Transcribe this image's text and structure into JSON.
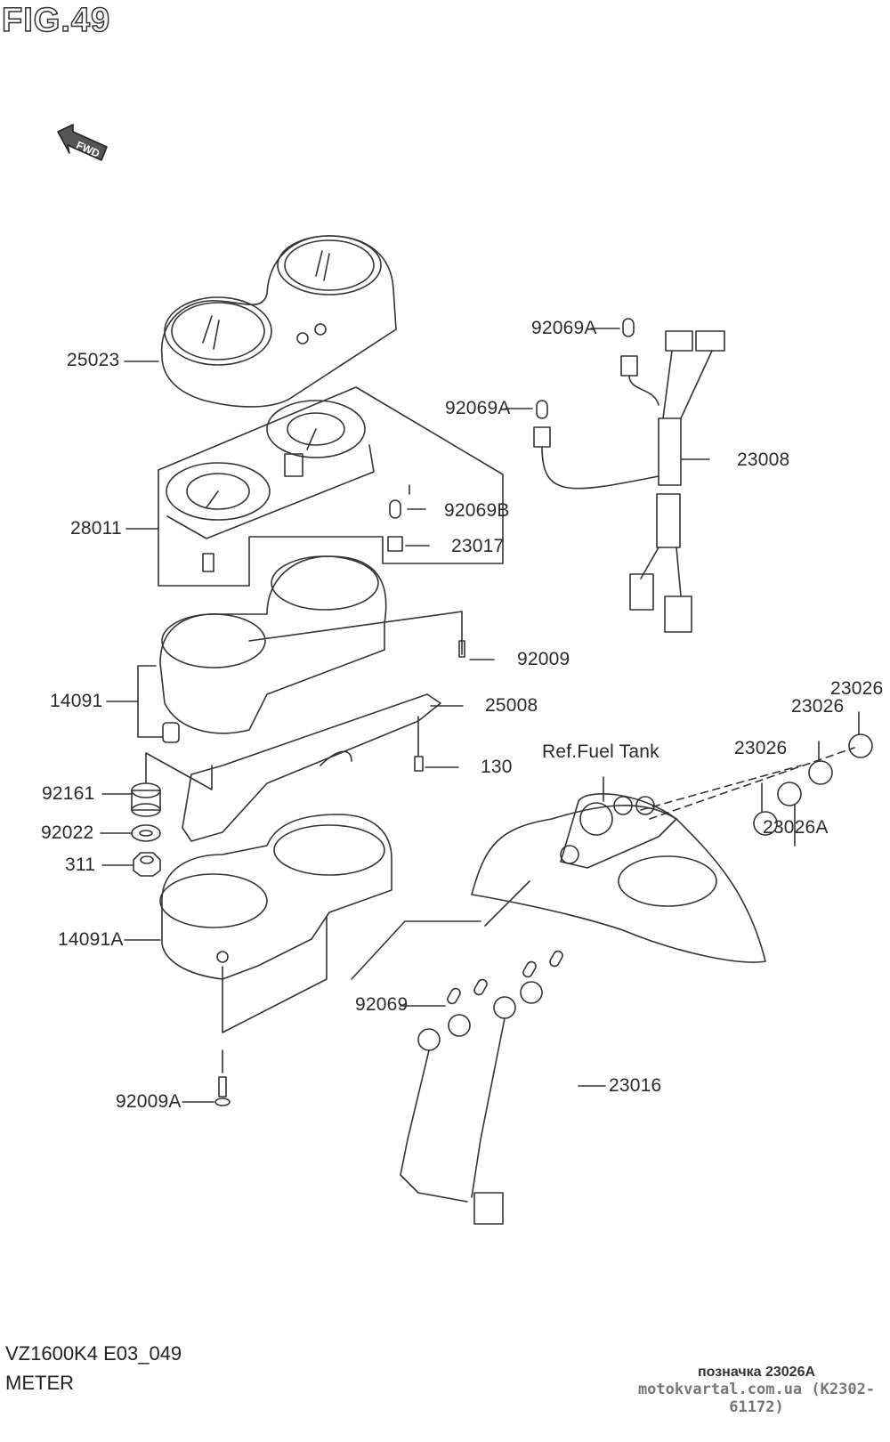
{
  "figure": {
    "title": "FIG.49",
    "model_code": "VZ1600K4 E03_049",
    "section_name": "METER",
    "direction_label": "FWD"
  },
  "reference": {
    "fuel_tank": "Ref.Fuel Tank"
  },
  "parts": [
    {
      "id": "25023",
      "label": "25023"
    },
    {
      "id": "28011",
      "label": "28011"
    },
    {
      "id": "92069A_1",
      "label": "92069A"
    },
    {
      "id": "92069A_2",
      "label": "92069A"
    },
    {
      "id": "23008",
      "label": "23008"
    },
    {
      "id": "92069B",
      "label": "92069B"
    },
    {
      "id": "23017",
      "label": "23017"
    },
    {
      "id": "92009",
      "label": "92009"
    },
    {
      "id": "14091",
      "label": "14091"
    },
    {
      "id": "25008",
      "label": "25008"
    },
    {
      "id": "130",
      "label": "130"
    },
    {
      "id": "92161",
      "label": "92161"
    },
    {
      "id": "92022",
      "label": "92022"
    },
    {
      "id": "311",
      "label": "311"
    },
    {
      "id": "14091A",
      "label": "14091A"
    },
    {
      "id": "92069",
      "label": "92069"
    },
    {
      "id": "23016",
      "label": "23016"
    },
    {
      "id": "92009A",
      "label": "92009A"
    },
    {
      "id": "23026_1",
      "label": "23026"
    },
    {
      "id": "23026_2",
      "label": "23026"
    },
    {
      "id": "23026_3",
      "label": "23026"
    },
    {
      "id": "23026A",
      "label": "23026A"
    }
  ],
  "watermark": {
    "note": "позначка 23026A",
    "site": "motokvartal.com.ua (K2302-61172)"
  }
}
